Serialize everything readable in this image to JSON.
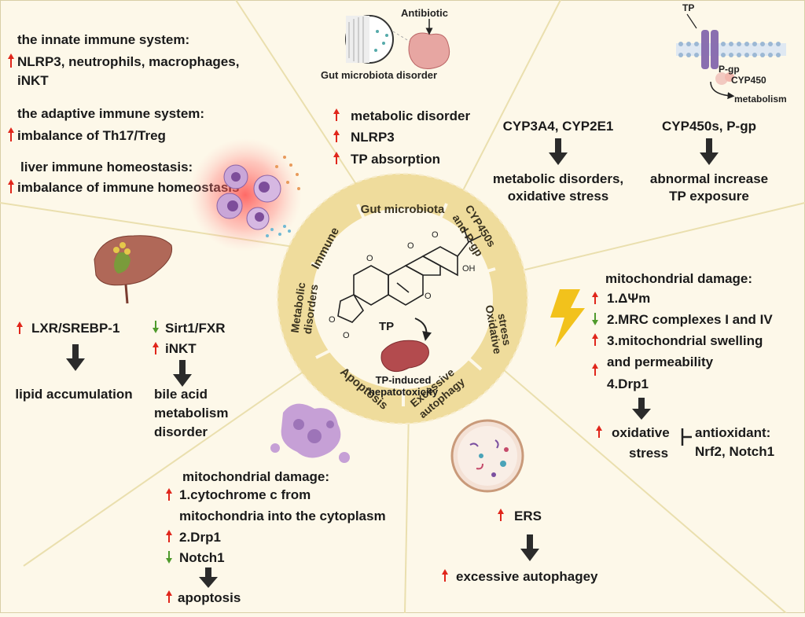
{
  "colors": {
    "background": "#fdf8e9",
    "ring": "#efdc9c",
    "divider": "#eadfae",
    "up_arrow": "#e0261b",
    "down_arrow": "#4f9a2c",
    "flow_arrow": "#2b2b2b"
  },
  "immune": {
    "innate_title": "the innate immune system:",
    "innate_items": "NLRP3, neutrophils, macrophages,",
    "innate_items_2": "iNKT",
    "adaptive_title": "the adaptive immune system:",
    "adaptive_item": "imbalance of Th17/Treg",
    "homeostasis_title": "liver immune homeostasis:",
    "homeostasis_item": "imbalance of immune homeostasis"
  },
  "gut": {
    "antibiotic": "Antibiotic",
    "disorder": "Gut microbiota disorder",
    "items": [
      "metabolic disorder",
      "NLRP3",
      "TP absorption"
    ]
  },
  "cyp": {
    "genes": "CYP3A4, CYP2E1",
    "result_1": "metabolic disorders,",
    "result_2": "oxidative stress",
    "tp": "TP",
    "pgp": "P-gp",
    "cyp450": "CYP450",
    "metabolism": "metabolism",
    "enzymes": "CYP450s, P-gp",
    "exposure_1": "abnormal increase",
    "exposure_2": "TP exposure"
  },
  "metabolic": {
    "lxr": "LXR/SREBP-1",
    "lipid": "lipid accumulation",
    "sirt1": "Sirt1/FXR",
    "inkt": "iNKT",
    "bile_1": "bile acid",
    "bile_2": "metabolism",
    "bile_3": "disorder"
  },
  "oxidative": {
    "title": "mitochondrial damage:",
    "items": [
      "1.ΔΨm",
      "2.MRC complexes I and IV",
      "3.mitochondrial swelling",
      "and permeability",
      "4.Drp1"
    ],
    "stress_1": "oxidative",
    "stress_2": "stress",
    "antioxidant_1": "antioxidant:",
    "antioxidant_2": "Nrf2, Notch1"
  },
  "apoptosis": {
    "title": "mitochondrial damage:",
    "item_1a": "1.cytochrome c from",
    "item_1b": "mitochondria into the cytoplasm",
    "item_2": "2.Drp1",
    "notch": "Notch1",
    "result": "apoptosis"
  },
  "autophagy": {
    "ers": "ERS",
    "result": "excessive autophagey"
  },
  "ring": {
    "gut_microbiota": "Gut microbiota",
    "immune": "Immune",
    "cyp_1": "CYP450s",
    "cyp_2": "and P-gp",
    "metabolic_1": "Metabolic",
    "metabolic_2": "disorders",
    "oxidative_1": "Oxidative",
    "oxidative_2": "stress",
    "apoptosis": "Apoptosis",
    "autophagy_1": "Excessive",
    "autophagy_2": "autophagy"
  },
  "center": {
    "tp": "TP",
    "hepatotoxicity_1": "TP-induced",
    "hepatotoxicity_2": "hepatotoxicity"
  }
}
